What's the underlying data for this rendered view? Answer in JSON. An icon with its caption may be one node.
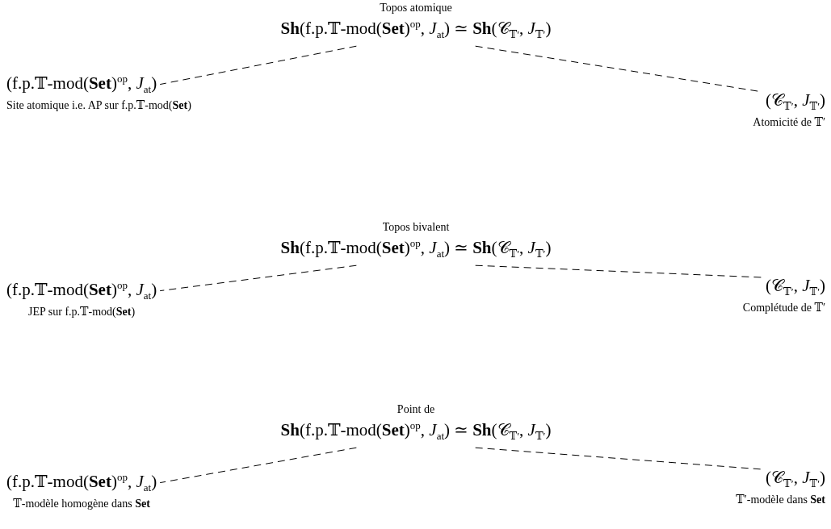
{
  "diagram": {
    "nodes": [
      {
        "text": [
          "Topos atomique",
          "**Sh**(f.p.𝕋-mod(**Set**)$^{op}$, *J*$_{at}$) ≃ **Sh**(𝒞$_{𝕋′}$, *J*$_{𝕋′}$)"
        ]
      },
      {
        "text": [
          "(f.p.𝕋-mod(**Set**)$^{op}$, *J*$_{at}$)",
          "Site atomique i.e. AP sur f.p.𝕋-mod(**Set**)"
        ]
      },
      {
        "text": [
          "(𝒞$_{𝕋′}$, *J*$_{𝕋′}$)",
          "Atomicité de 𝕋′"
        ]
      },
      {
        "text": [
          "Topos bivalent",
          "**Sh**(f.p.𝕋-mod(**Set**)$^{op}$, *J*$_{at}$) ≃ **Sh**(𝒞$_{𝕋′}$, *J*$_{𝕋′}$)"
        ]
      },
      {
        "text": [
          "(f.p.𝕋-mod(**Set**)$^{op}$, *J*$_{at}$)",
          "JEP sur f.p.𝕋-mod(**Set**)"
        ]
      },
      {
        "text": [
          "(𝒞$_{𝕋′}$, *J*$_{𝕋′}$)",
          "Complétude de 𝕋′"
        ]
      },
      {
        "text": [
          "Point de",
          "**Sh**(f.p.𝕋-mod(**Set**)$^{op}$, *J*$_{at}$) ≃ **Sh**(𝒞$_{𝕋′}$, *J*$_{𝕋′}$)"
        ]
      },
      {
        "text": [
          "(f.p.𝕋-mod(**Set**)$^{op}$, *J*$_{at}$)",
          "𝕋-modèle homogène dans **Set**"
        ]
      },
      {
        "text": [
          "(𝒞$_{𝕋′}$, *J*$_{𝕋′}$)",
          "𝕋′-modèle dans **Set**"
        ]
      }
    ],
    "edges": [
      {
        "from": 0,
        "to": 1,
        "arrow": "none",
        "style": "dashed"
      },
      {
        "from": 0,
        "to": 2,
        "arrow": "none",
        "style": "dashed"
      },
      {
        "from": 3,
        "to": 4,
        "arrow": "none",
        "style": "dashed"
      },
      {
        "from": 3,
        "to": 5,
        "arrow": "none",
        "style": "dashed"
      },
      {
        "from": 6,
        "to": 7,
        "arrow": "none",
        "style": "dashed"
      },
      {
        "from": 6,
        "to": 8,
        "arrow": "none",
        "style": "dashed"
      }
    ]
  }
}
